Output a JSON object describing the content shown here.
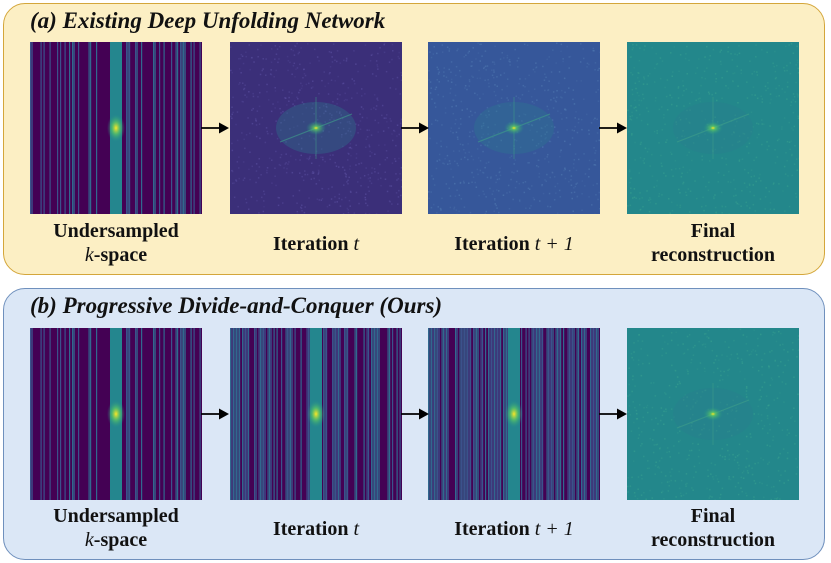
{
  "panel_a": {
    "title": "(a) Existing Deep Unfolding Network",
    "captions": [
      {
        "line1": "Undersampled",
        "line2_math": "k",
        "line2_rest": "-space"
      },
      {
        "line1_text": "Iteration ",
        "line1_math": "t"
      },
      {
        "line1_text": "Iteration ",
        "line1_math": "t + 1"
      },
      {
        "line1": "Final",
        "line2_rest": "reconstruction"
      }
    ]
  },
  "panel_b": {
    "title": "(b) Progressive Divide-and-Conquer (Ours)",
    "captions": [
      {
        "line1": "Undersampled",
        "line2_math": "k",
        "line2_rest": "-space"
      },
      {
        "line1_text": "Iteration ",
        "line1_math": "t"
      },
      {
        "line1_text": "Iteration ",
        "line1_math": "t + 1"
      },
      {
        "line1": "Final",
        "line2_rest": "reconstruction"
      }
    ]
  },
  "colors": {
    "viridis_dark": "#440154",
    "viridis_mid": "#21918c",
    "viridis_bright": "#fde725",
    "panel_a_bg": "#fcefc4",
    "panel_b_bg": "#dbe7f6"
  }
}
